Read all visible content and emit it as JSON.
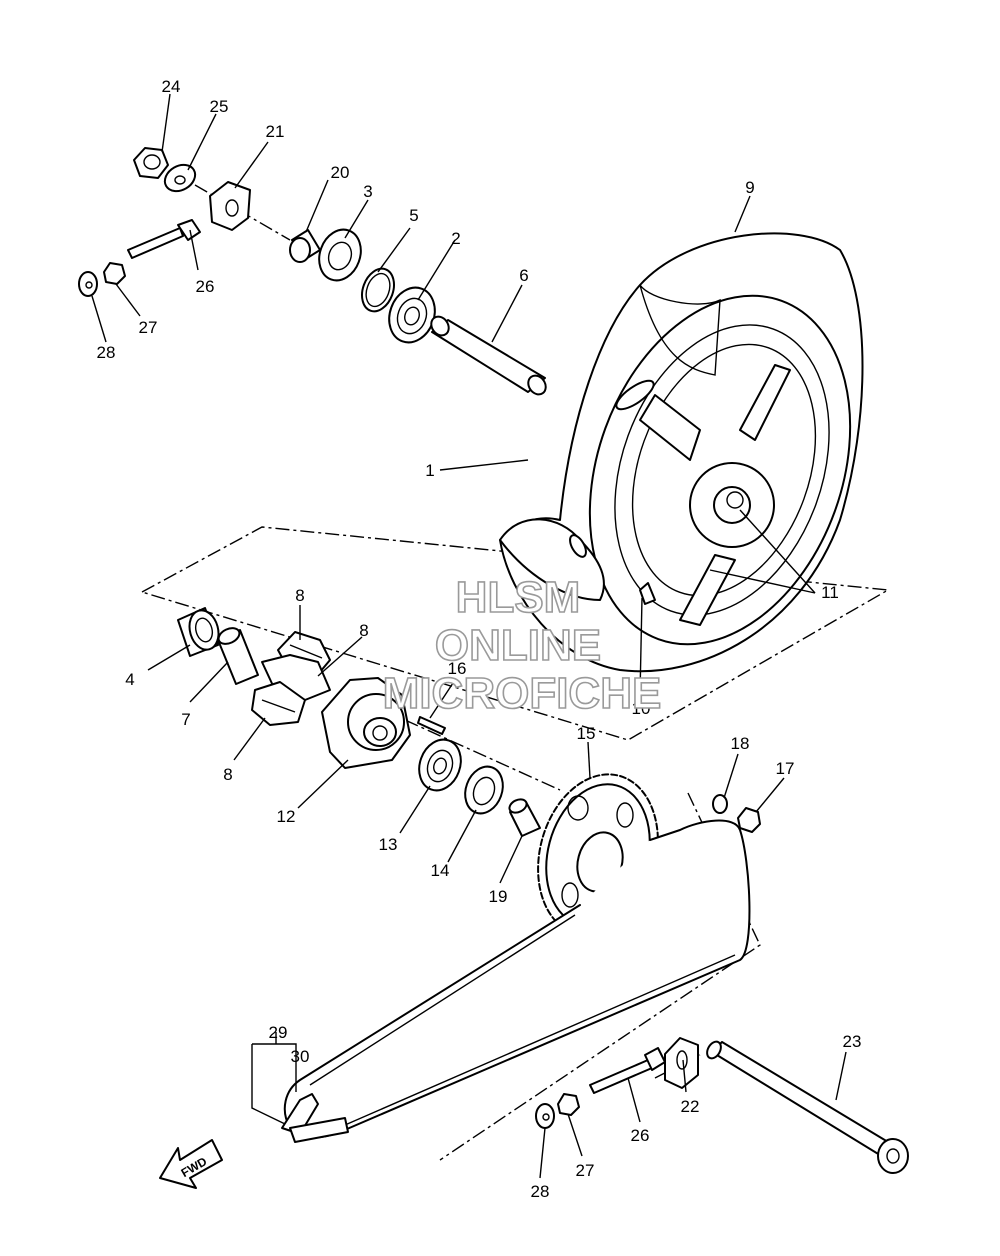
{
  "callouts": [
    {
      "id": "1",
      "label": "1"
    },
    {
      "id": "2",
      "label": "2"
    },
    {
      "id": "3",
      "label": "3"
    },
    {
      "id": "4",
      "label": "4"
    },
    {
      "id": "5",
      "label": "5"
    },
    {
      "id": "6",
      "label": "6"
    },
    {
      "id": "7",
      "label": "7"
    },
    {
      "id": "8a",
      "label": "8"
    },
    {
      "id": "8b",
      "label": "8"
    },
    {
      "id": "8c",
      "label": "8"
    },
    {
      "id": "9",
      "label": "9"
    },
    {
      "id": "10",
      "label": "10"
    },
    {
      "id": "11",
      "label": "11"
    },
    {
      "id": "12",
      "label": "12"
    },
    {
      "id": "13",
      "label": "13"
    },
    {
      "id": "14",
      "label": "14"
    },
    {
      "id": "15",
      "label": "15"
    },
    {
      "id": "16",
      "label": "16"
    },
    {
      "id": "17",
      "label": "17"
    },
    {
      "id": "18",
      "label": "18"
    },
    {
      "id": "19",
      "label": "19"
    },
    {
      "id": "20",
      "label": "20"
    },
    {
      "id": "21",
      "label": "21"
    },
    {
      "id": "22",
      "label": "22"
    },
    {
      "id": "23",
      "label": "23"
    },
    {
      "id": "24",
      "label": "24"
    },
    {
      "id": "25",
      "label": "25"
    },
    {
      "id": "26a",
      "label": "26"
    },
    {
      "id": "26b",
      "label": "26"
    },
    {
      "id": "27a",
      "label": "27"
    },
    {
      "id": "27b",
      "label": "27"
    },
    {
      "id": "28a",
      "label": "28"
    },
    {
      "id": "28b",
      "label": "28"
    },
    {
      "id": "29",
      "label": "29"
    },
    {
      "id": "30",
      "label": "30"
    }
  ],
  "watermark": {
    "line1": "HLSM",
    "line2": "ONLINE",
    "line3": "MICROFICHE"
  },
  "direction_arrow": {
    "label": "FWD"
  }
}
